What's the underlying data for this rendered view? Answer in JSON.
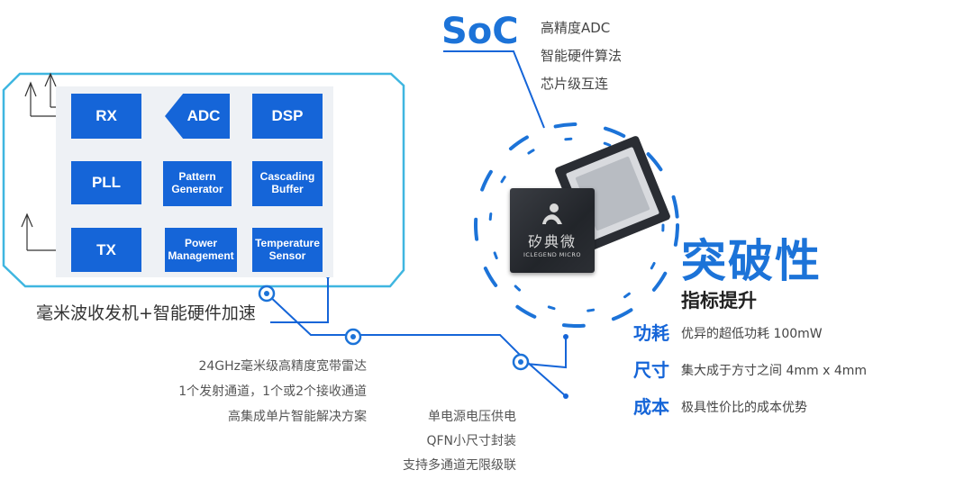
{
  "soc": {
    "title": "SoC",
    "features": [
      "高精度ADC",
      "智能硬件算法",
      "芯片级互连"
    ]
  },
  "block_diagram": {
    "blocks": {
      "rx": "RX",
      "adc": "ADC",
      "dsp": "DSP",
      "pll": "PLL",
      "pattern_generator": "Pattern Generator",
      "cascading_buffer": "Cascading Buffer",
      "tx": "TX",
      "power_management": "Power Management",
      "temperature_sensor": "Temperature Sensor"
    },
    "caption": "毫米波收发机+智能硬件加速"
  },
  "radar_info": [
    "24GHz毫米级高精度宽带雷达",
    "1个发射通道，1个或2个接收通道",
    "高集成单片智能解决方案"
  ],
  "package_info": [
    "单电源电压供电",
    "QFN小尺寸封装",
    "支持多通道无限级联"
  ],
  "chip": {
    "logo_text": "矽典微",
    "brand": "ICLEGEND MICRO"
  },
  "breakthrough": {
    "title": "突破性",
    "subtitle": "指标提升",
    "metrics": [
      {
        "label": "功耗",
        "desc": "优异的超低功耗 100mW"
      },
      {
        "label": "尺寸",
        "desc": "集大成于方寸之间 4mm x 4mm"
      },
      {
        "label": "成本",
        "desc": "极具性价比的成本优势"
      }
    ]
  },
  "colors": {
    "accent": "#1c73d8",
    "block": "#1565d8",
    "frame": "#3fb6e0"
  }
}
